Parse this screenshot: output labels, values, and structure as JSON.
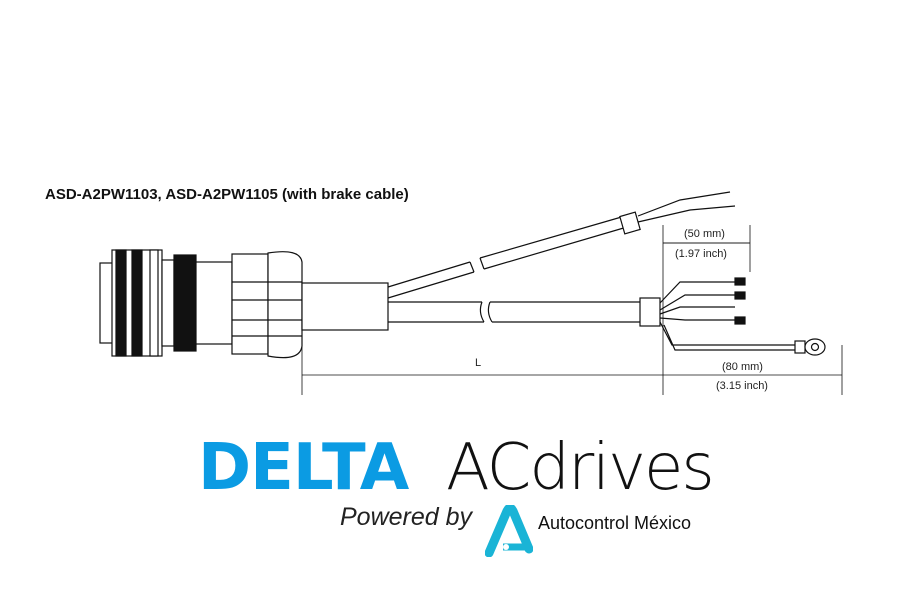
{
  "diagram": {
    "title": "ASD-A2PW1103, ASD-A2PW1105 (with brake cable)",
    "dim_50_mm": "(50 mm)",
    "dim_50_inch": "(1.97 inch)",
    "dim_L": "L",
    "dim_80_mm": "(80 mm)",
    "dim_80_inch": "(3.15 inch)"
  },
  "logo": {
    "brand": "DELTA",
    "product": "ACdrives",
    "powered_by": "Powered by",
    "partner": "Autocontrol México",
    "brand_color": "#0b9be3",
    "icon_color": "#1ab4d6"
  }
}
